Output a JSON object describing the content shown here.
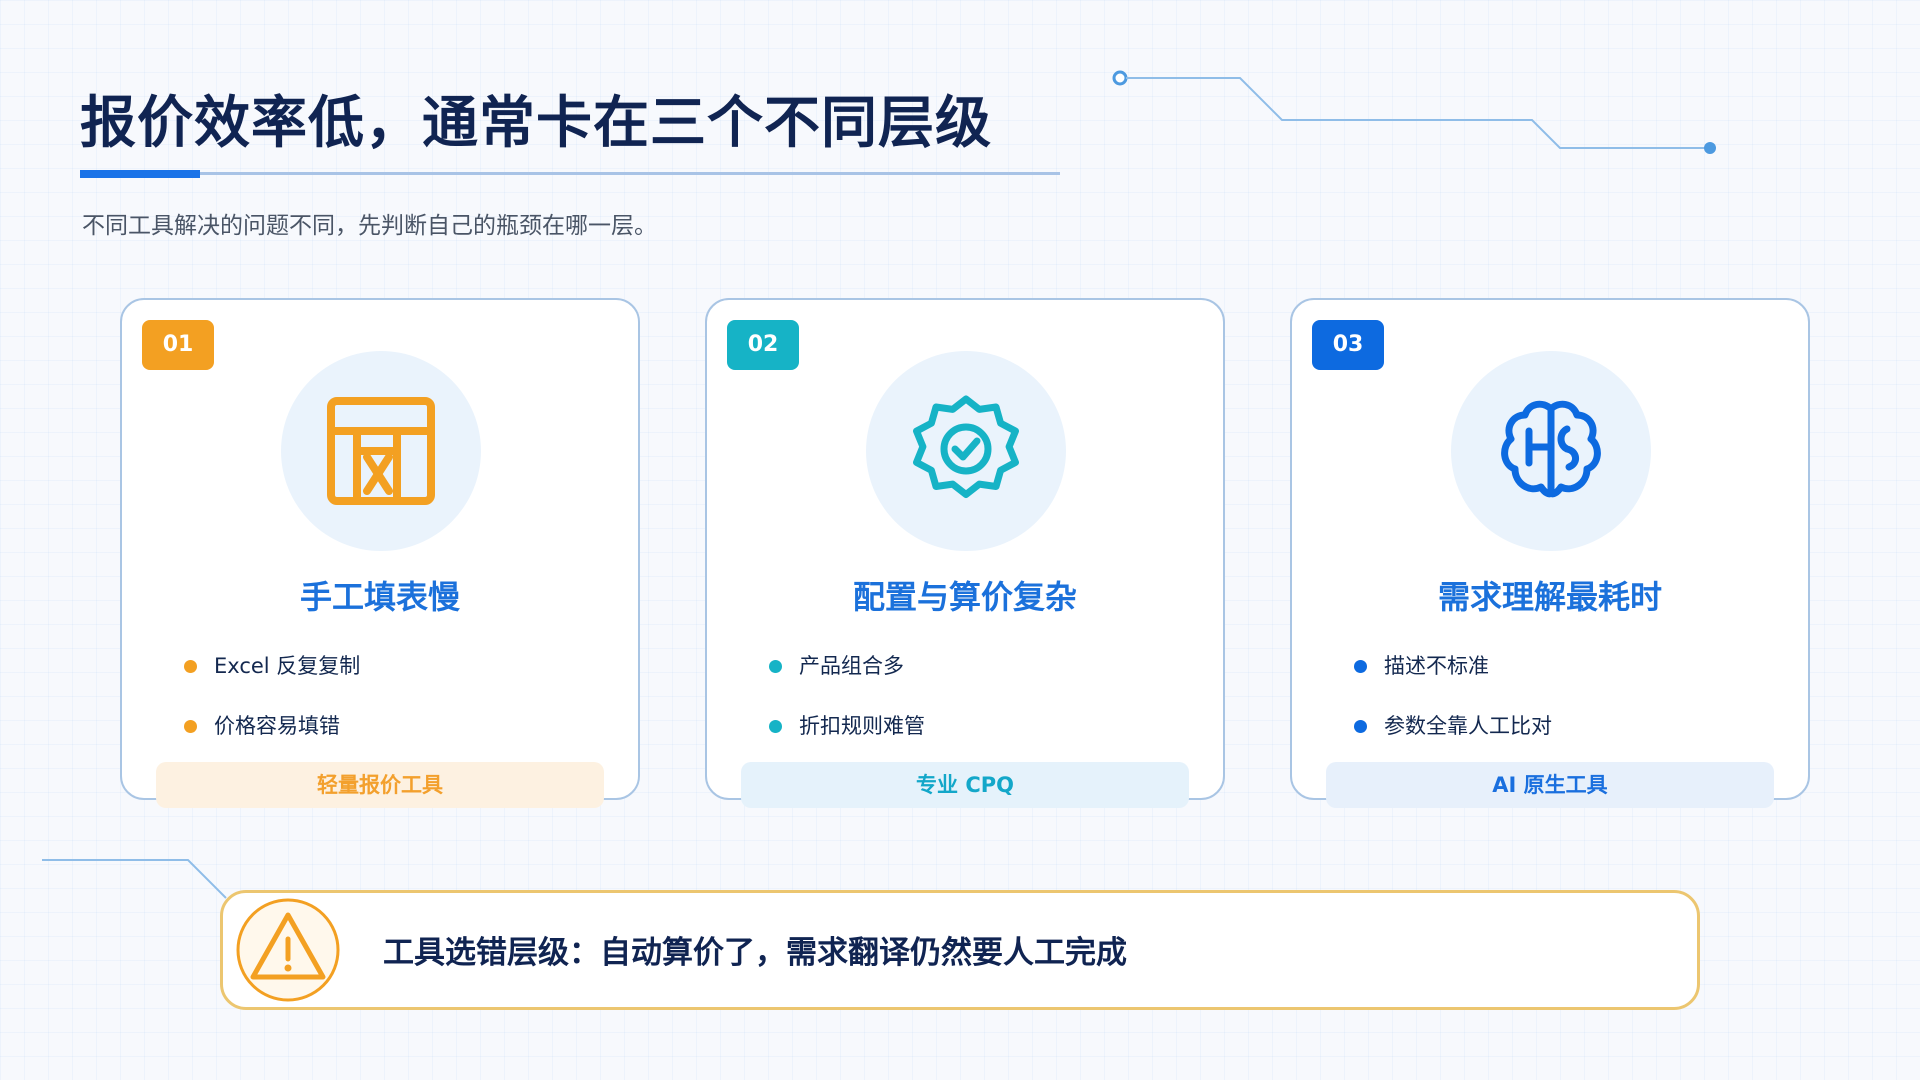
{
  "header": {
    "title": "报价效率低，通常卡在三个不同层级",
    "subtitle": "不同工具解决的问题不同，先判断自己的瓶颈在哪一层。"
  },
  "cards": [
    {
      "number": "01",
      "icon": "spreadsheet-icon",
      "title": "手工填表慢",
      "bullets": [
        "Excel 反复复制",
        "价格容易填错"
      ],
      "tag": "轻量报价工具",
      "accent": "#f3a022"
    },
    {
      "number": "02",
      "icon": "badge-check-icon",
      "title": "配置与算价复杂",
      "bullets": [
        "产品组合多",
        "折扣规则难管"
      ],
      "tag": "专业 CPQ",
      "accent": "#16b3c6"
    },
    {
      "number": "03",
      "icon": "brain-icon",
      "title": "需求理解最耗时",
      "bullets": [
        "描述不标准",
        "参数全靠人工比对"
      ],
      "tag": "AI 原生工具",
      "accent": "#0d6ae0"
    }
  ],
  "alert": {
    "icon": "warning-triangle-icon",
    "text": "工具选错层级：自动算价了，需求翻译仍然要人工完成",
    "accent": "#f3a022"
  },
  "colors": {
    "title": "#102452",
    "card_title": "#1b71db",
    "border": "#a9c5e4"
  }
}
